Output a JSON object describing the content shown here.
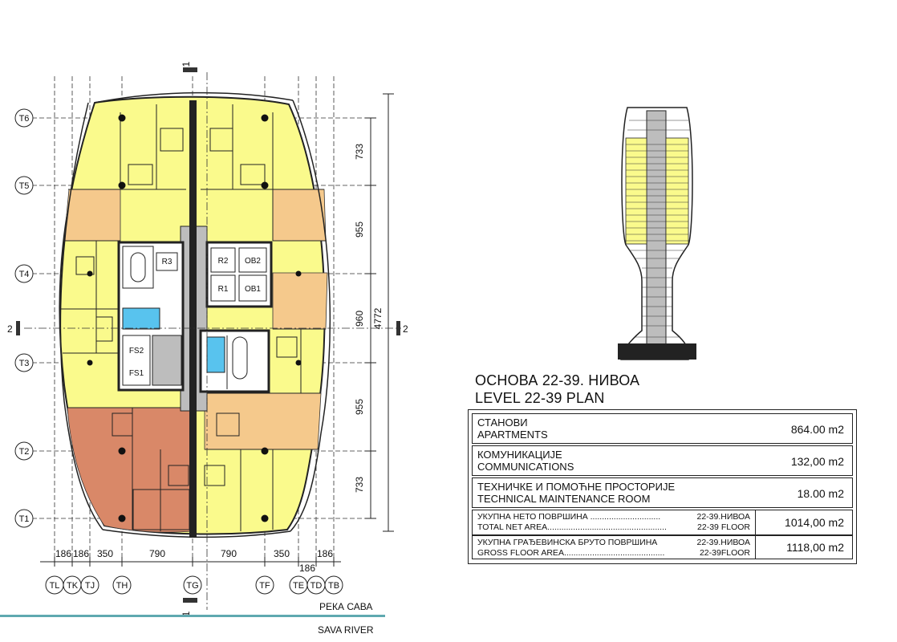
{
  "title": {
    "sr": "ОСНОВА 22-39. НИВОА",
    "en": "LEVEL 22-39  PLAN"
  },
  "areas": [
    {
      "sr": "СТАНОВИ",
      "en": "APARTMENTS",
      "value": "864.00 m2"
    },
    {
      "sr": "КОМУНИКАЦИЈЕ",
      "en": "COMMUNICATIONS",
      "value": "132,00 m2"
    },
    {
      "sr": "ТЕХНИЧКЕ И ПОМОЋНЕ ПРОСТОРИЈЕ",
      "en": "TECHNICAL MAINTENANCE ROOM",
      "value": "18.00 m2"
    }
  ],
  "totals": [
    {
      "sr": "УКУПНА НЕТО ПОВРШИНА ..............................",
      "sr_right": "22-39.НИВОА",
      "en": "TOTAL NET AREA...................................................",
      "en_right": "22-39 FLOOR",
      "value": "1014,00 m2"
    },
    {
      "sr": "УКУПНА ГРАЂЕВИНСКА БРУТО ПОВРШИНА",
      "sr_right": "22-39.НИВОА",
      "en": "GROSS FLOOR AREA...........................................",
      "en_right": "22-39FLOOR",
      "value": "1118,00 m2"
    }
  ],
  "grid_rows": [
    "T6",
    "T5",
    "T4",
    "T3",
    "T2",
    "T1"
  ],
  "grid_cols": [
    "TL",
    "TK",
    "TJ",
    "TH",
    "TG",
    "TF",
    "TE",
    "TD",
    "TB"
  ],
  "dims_vertical": [
    "733",
    "955",
    "960",
    "955",
    "733"
  ],
  "dim_total": "4772",
  "dims_horizontal": [
    "186",
    "186",
    "350",
    "790",
    "790",
    "350",
    "186",
    "186"
  ],
  "rooms": [
    "R3",
    "R2",
    "OB2",
    "R1",
    "OB1",
    "FS2",
    "FS1"
  ],
  "section_marks": [
    "1",
    "1",
    "2",
    "2"
  ],
  "river": {
    "sr": "РЕКА САВА",
    "en": "SAVA RIVER"
  },
  "colors": {
    "apartment_yellow": "#fafa8c",
    "apartment_orange": "#f5c98c",
    "apartment_red": "#d98868",
    "core_grey": "#bdbdbd",
    "shaft_blue": "#58c3ee",
    "river": "#5fa9b0"
  }
}
